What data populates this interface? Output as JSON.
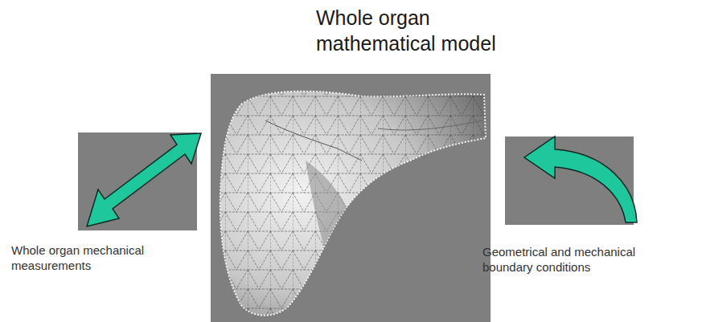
{
  "diagram": {
    "title": "Whole organ mathematical model",
    "labels": [
      "Whole organ mechanical measurements",
      "Geometrical and mechanical boundary conditions"
    ]
  }
}
